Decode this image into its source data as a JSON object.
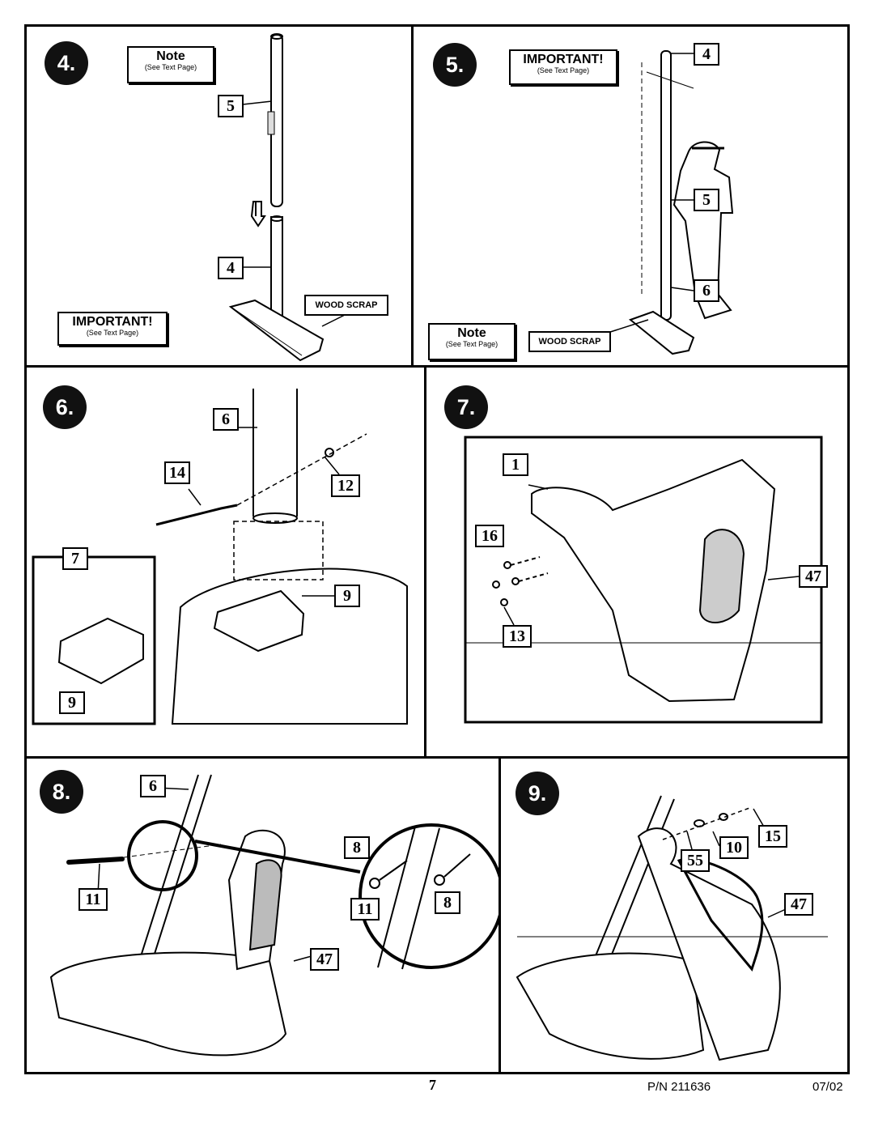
{
  "steps": {
    "s4": {
      "number": "4.",
      "note_title": "Note",
      "note_sub": "(See Text Page)",
      "important_title": "IMPORTANT!",
      "important_sub": "(See Text Page)",
      "wood": "WOOD SCRAP",
      "labels": [
        "5",
        "4"
      ]
    },
    "s5": {
      "number": "5.",
      "important_title": "IMPORTANT!",
      "important_sub": "(See Text Page)",
      "note_title": "Note",
      "note_sub": "(See Text Page)",
      "wood": "WOOD SCRAP",
      "labels": [
        "4",
        "5",
        "6"
      ]
    },
    "s6": {
      "number": "6.",
      "labels": [
        "6",
        "14",
        "12",
        "7",
        "9",
        "9"
      ]
    },
    "s7": {
      "number": "7.",
      "labels": [
        "1",
        "16",
        "47",
        "13"
      ]
    },
    "s8": {
      "number": "8.",
      "labels": [
        "6",
        "8",
        "11",
        "11",
        "8",
        "47"
      ]
    },
    "s9": {
      "number": "9.",
      "labels": [
        "15",
        "10",
        "55",
        "47"
      ]
    }
  },
  "footer": {
    "page": "7",
    "pn": "P/N 211636",
    "date": "07/02"
  }
}
